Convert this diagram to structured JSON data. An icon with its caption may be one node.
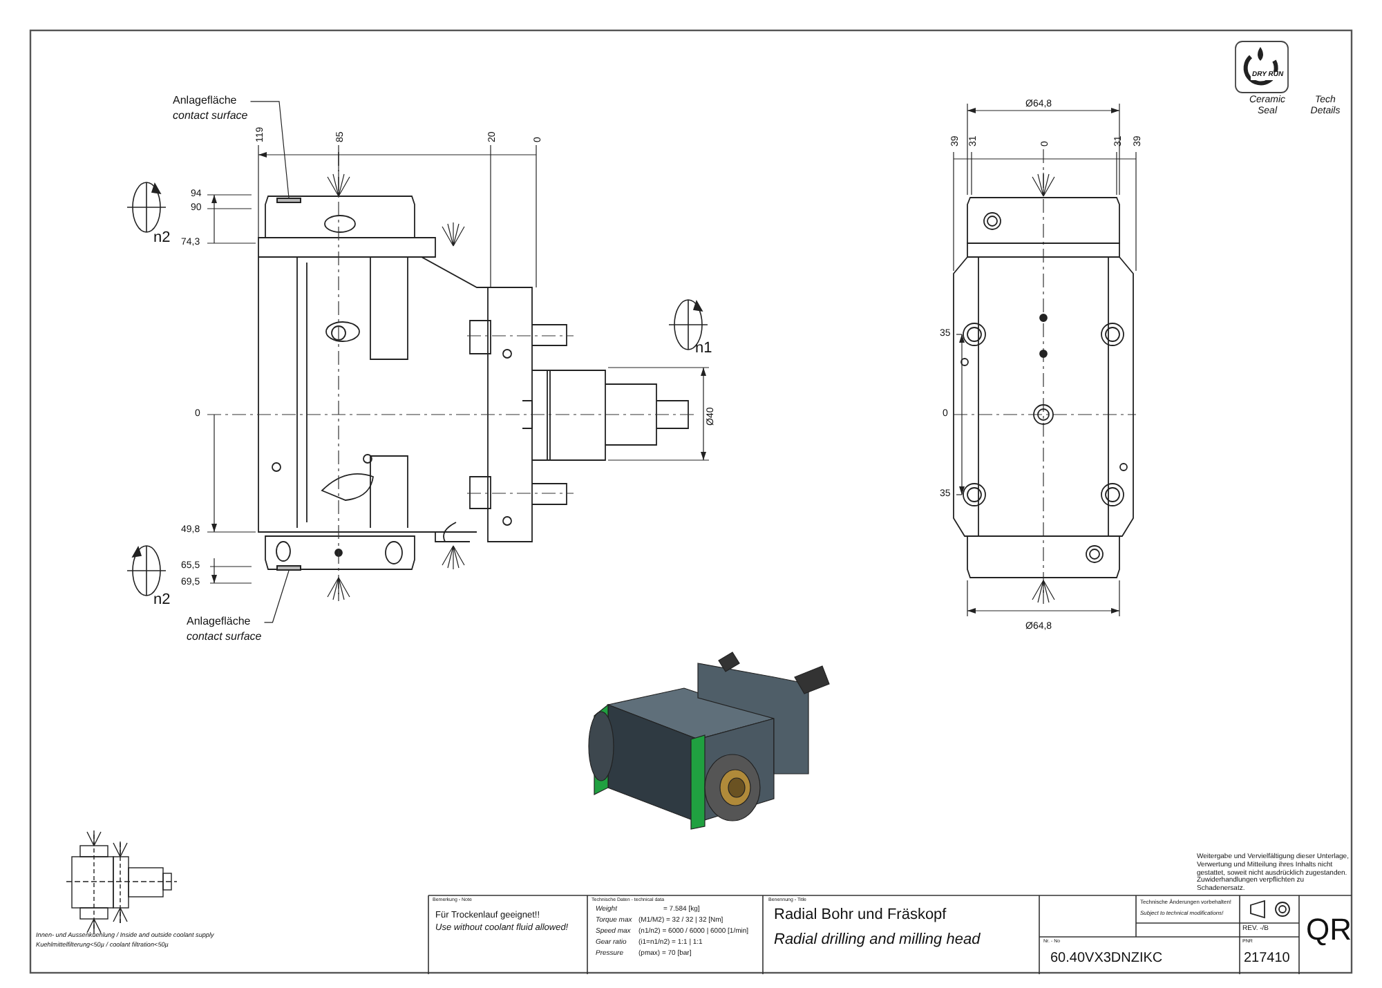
{
  "diagram": {
    "nodes": [
      {
        "text": [
          "Anlagefläche",
          "contact surface"
        ]
      },
      {
        "text": [
          "Anlagefläche",
          "contact surface"
        ]
      },
      {
        "text": [],
        "shape": "box"
      },
      {
        "text": [],
        "shape": "box"
      }
    ],
    "edges": [
      {
        "from": 0,
        "to": 2,
        "arrow": "none"
      },
      {
        "from": 1,
        "to": 3,
        "arrow": "none"
      }
    ],
    "labels": [
      "119",
      "85",
      "20",
      "0",
      "94",
      "90",
      "74,3",
      "0",
      "49,8",
      "65,5",
      "69,5",
      "n2",
      "n1",
      "n2",
      "Ø40",
      "Ø64,8",
      "39",
      "31",
      "0",
      "31",
      "39",
      "35",
      "0",
      "35",
      "Ø64,8",
      "DRY RUN",
      "Ceramic Seal",
      "Tech Details",
      "Innen- und Aussenkuehlung / Inside and outside coolant supply",
      "Kuehlmittelfilterung<50µ / coolant filtration<50µ",
      "Bemerkung - Note",
      "Für Trockenlauf geeignet!!",
      "Use without coolant fluid allowed!",
      "Technische Daten - technical data",
      "Weight",
      "= 7.584 [kg]",
      "Torque max",
      "(M1/M2) = 32 / 32 | 32 [Nm]",
      "Speed max",
      "(n1/n2) = 6000 / 6000 | 6000 [1/min]",
      "Gear ratio",
      "(i1=n1/n2) = 1:1 | 1:1",
      "Pressure",
      "(pmax) = 70 [bar]",
      "Benennung - Title",
      "Radial Bohr und Fräskopf",
      "Radial drilling and milling head",
      "Weitergabe und Vervielfältigung dieser Unterlage, Verwertung und Mitteilung ihres Inhalts nicht gestattet, soweit nicht ausdrücklich zugestanden. Zuwiderhandlungen verpflichten zu Schadenersatz.",
      "Technische Änderungen vorbehalten!",
      "Subject to technical modifications!",
      "REV. -/B",
      "Nr. - No",
      "60.40VX3DNZIKC",
      "PNR",
      "217410",
      "QR"
    ]
  }
}
